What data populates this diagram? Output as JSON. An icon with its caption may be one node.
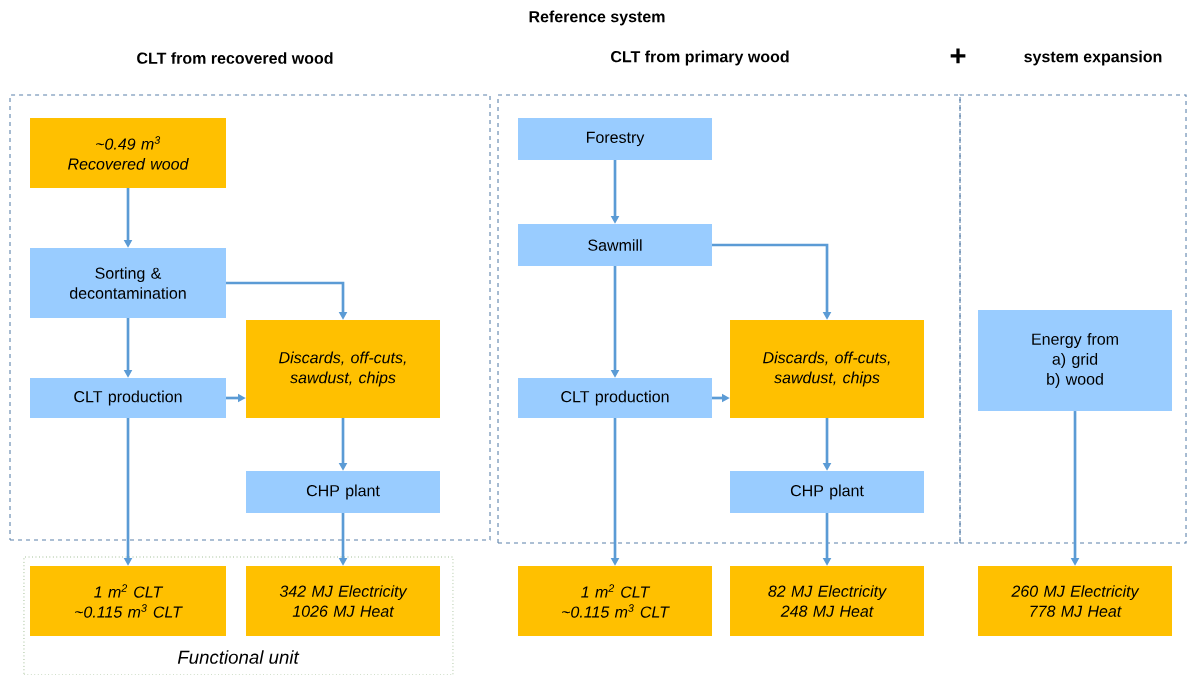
{
  "diagram": {
    "nodes": [
      {
        "text": [
          "CLT from recovered wood"
        ]
      },
      {
        "text": [
          "~0.49 m$^{3}$",
          "Recovered wood"
        ],
        "in": 0
      },
      {
        "text": [
          "Sorting & decontamination"
        ],
        "in": 0
      },
      {
        "text": [
          "CLT production"
        ],
        "in": 0
      },
      {
        "text": [
          "Discards, off-cuts, sawdust, chips"
        ],
        "in": 0
      },
      {
        "text": [
          "CHP plant"
        ],
        "in": 0
      },
      {
        "text": [
          "Functional unit"
        ]
      },
      {
        "text": [
          "1 m$^{2}$ CLT",
          "~0.115 m$^{3}$ CLT"
        ],
        "in": 6
      },
      {
        "text": [
          "342 MJ Electricity",
          "1026 MJ Heat"
        ],
        "in": 6
      },
      {
        "text": [
          "CLT from primary wood"
        ]
      },
      {
        "text": [
          "Forestry"
        ],
        "in": 9
      },
      {
        "text": [
          "Sawmill"
        ],
        "in": 9
      },
      {
        "text": [
          "CLT production"
        ],
        "in": 9
      },
      {
        "text": [
          "Discards, off-cuts, sawdust, chips"
        ],
        "in": 9
      },
      {
        "text": [
          "CHP plant"
        ],
        "in": 9
      },
      {
        "text": [
          "system expansion"
        ]
      },
      {
        "text": [
          "Energy from",
          "a)   grid",
          "b)   wood"
        ],
        "in": 15
      },
      {
        "text": [
          "1 m$^{2}$ CLT",
          "~0.115 m$^{3}$ CLT"
        ]
      },
      {
        "text": [
          "82 MJ Electricity",
          "248 MJ Heat"
        ]
      },
      {
        "text": [
          "260 MJ Electricity",
          "778 MJ Heat"
        ]
      }
    ],
    "edges": [
      {
        "from": 1,
        "to": 2,
        "arrow": "to"
      },
      {
        "from": 2,
        "to": 3,
        "arrow": "to"
      },
      {
        "from": 2,
        "to": 4,
        "arrow": "to"
      },
      {
        "from": 3,
        "to": 4,
        "arrow": "to"
      },
      {
        "from": 4,
        "to": 5,
        "arrow": "to"
      },
      {
        "from": 3,
        "to": 7,
        "arrow": "to"
      },
      {
        "from": 5,
        "to": 8,
        "arrow": "to"
      },
      {
        "from": 10,
        "to": 11,
        "arrow": "to"
      },
      {
        "from": 11,
        "to": 12,
        "arrow": "to"
      },
      {
        "from": 11,
        "to": 13,
        "arrow": "to"
      },
      {
        "from": 12,
        "to": 13,
        "arrow": "to"
      },
      {
        "from": 13,
        "to": 14,
        "arrow": "to"
      },
      {
        "from": 12,
        "to": 17,
        "arrow": "to"
      },
      {
        "from": 14,
        "to": 18,
        "arrow": "to"
      },
      {
        "from": 16,
        "to": 19,
        "arrow": "to"
      }
    ],
    "labels": [
      "Reference system",
      "+"
    ]
  }
}
